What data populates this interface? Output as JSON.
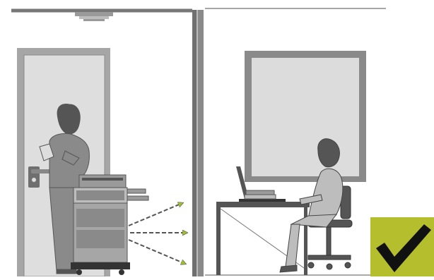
{
  "illustration": {
    "left_room": {
      "contents": [
        "door",
        "woman-with-document",
        "copier",
        "ceiling-unit"
      ],
      "emission_arrows": 3
    },
    "right_room": {
      "contents": [
        "window",
        "desk",
        "laptop",
        "books",
        "woman-seated",
        "office-chair"
      ]
    },
    "badge": {
      "icon": "checkmark-icon",
      "state": "ok"
    }
  },
  "colors": {
    "wall": "#777777",
    "wall_dark": "#555555",
    "door_frame": "#a6a6a6",
    "door_panel": "#dedede",
    "figure": "#8a8a8a",
    "figure_dark": "#555555",
    "machine": "#9a9a9a",
    "machine_dark": "#444444",
    "window_frame": "#8a8a8a",
    "window_glass": "#dcdcdc",
    "arrow": "#9fbf2e",
    "badge_bg": "#b5be2c",
    "badge_check": "#111111"
  }
}
